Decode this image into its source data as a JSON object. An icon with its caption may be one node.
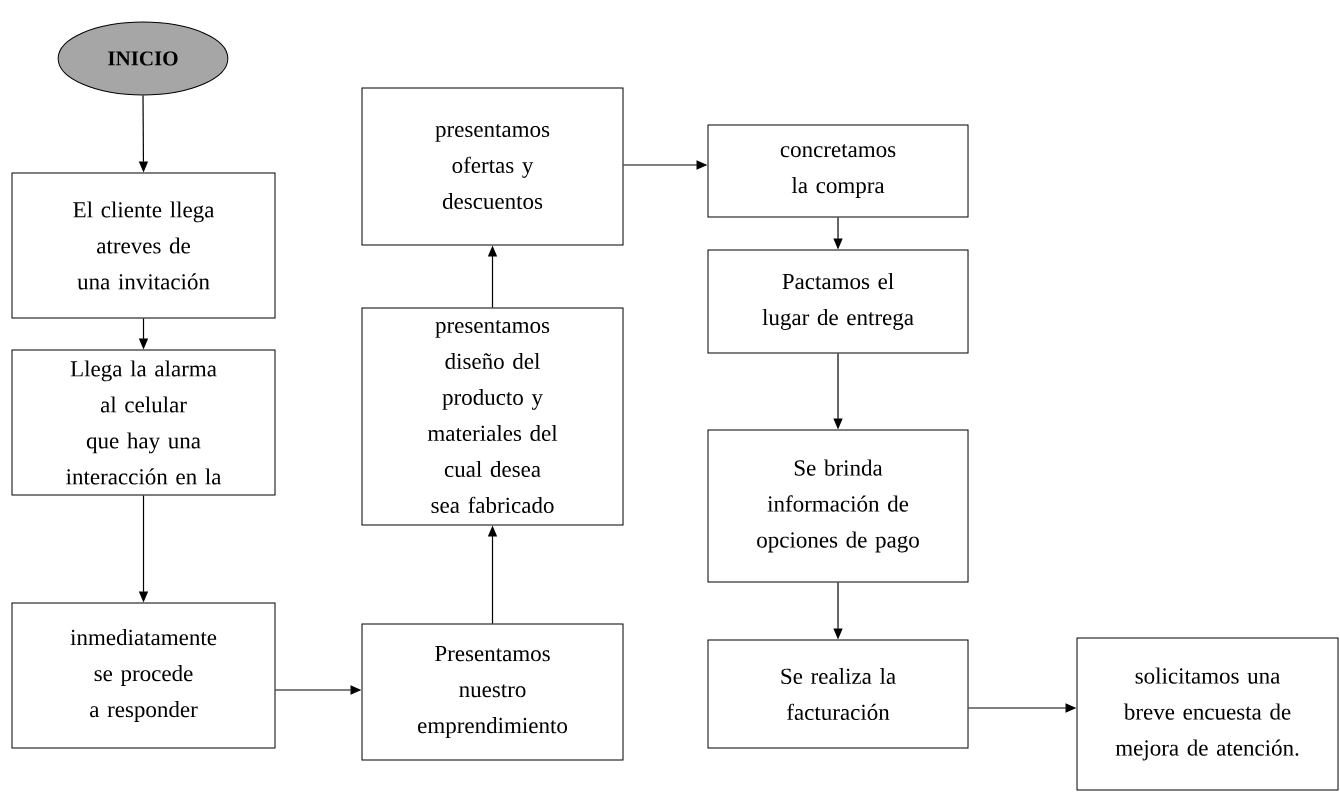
{
  "diagram": {
    "nodes": [
      {
        "text": [
          "INICIO"
        ]
      },
      {
        "text": [
          "El cliente llega atreves de una invitación"
        ]
      },
      {
        "text": [
          "Llega la alarma al celular que hay una interacción en la"
        ]
      },
      {
        "text": [
          "inmediatamente se procede a responder"
        ]
      },
      {
        "text": [
          "Presentamos nuestro emprendimiento"
        ]
      },
      {
        "text": [
          "presentamos diseño del producto y materiales del cual desea sea fabricado"
        ]
      },
      {
        "text": [
          "presentamos ofertas y descuentos"
        ]
      },
      {
        "text": [
          "concretamos la compra"
        ]
      },
      {
        "text": [
          "Pactamos el lugar de entrega"
        ]
      },
      {
        "text": [
          "Se brinda información de opciones de pago"
        ]
      },
      {
        "text": [
          "Se realiza la facturación"
        ]
      },
      {
        "text": [
          "solicitamos una breve encuesta de mejora de atención."
        ]
      }
    ],
    "edges": [
      {
        "from": 0,
        "to": 1,
        "arrow": "to"
      },
      {
        "from": 1,
        "to": 2,
        "arrow": "to"
      },
      {
        "from": 2,
        "to": 3,
        "arrow": "to"
      },
      {
        "from": 3,
        "to": 4,
        "arrow": "to"
      },
      {
        "from": 4,
        "to": 5,
        "arrow": "to"
      },
      {
        "from": 5,
        "to": 6,
        "arrow": "to"
      },
      {
        "from": 6,
        "to": 7,
        "arrow": "to"
      },
      {
        "from": 7,
        "to": 8,
        "arrow": "to"
      },
      {
        "from": 8,
        "to": 9,
        "arrow": "to"
      },
      {
        "from": 9,
        "to": 10,
        "arrow": "to"
      },
      {
        "from": 10,
        "to": 11,
        "arrow": "to"
      }
    ]
  }
}
